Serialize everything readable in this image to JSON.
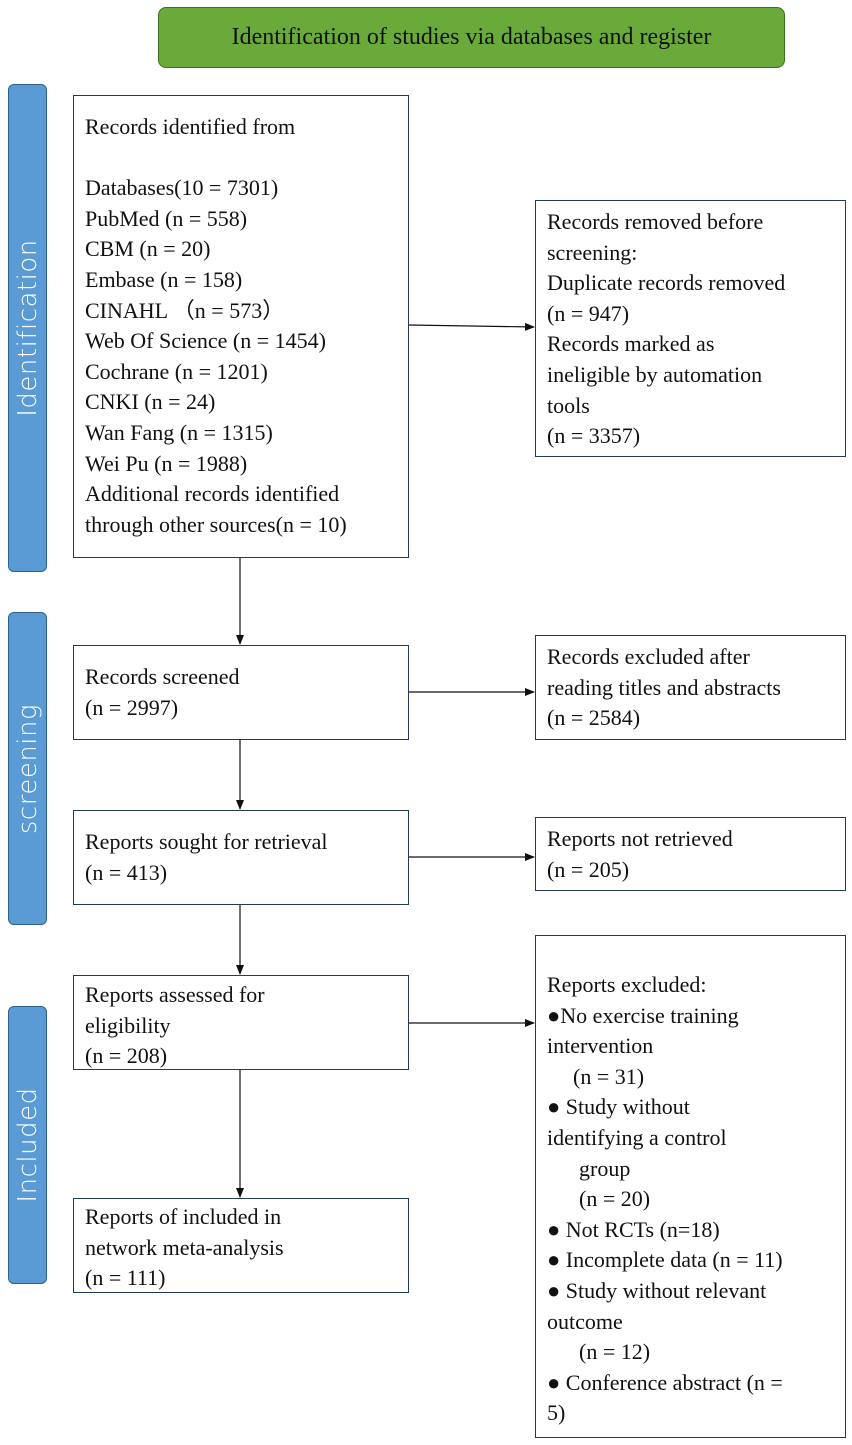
{
  "header": {
    "title": "Identification of studies via databases and register"
  },
  "phases": {
    "identification": "Identification",
    "screening": "screening",
    "included": "Included"
  },
  "identification_box": {
    "title": "Records identified from",
    "lines": [
      "Databases(10 = 7301)",
      "PubMed (n = 558)",
      "CBM (n = 20)",
      "Embase (n = 158)",
      "CINAHL （n = 573）",
      "Web Of Science (n = 1454)",
      "Cochrane (n = 1201)",
      "CNKI (n = 24)",
      "Wan Fang (n = 1315)",
      "Wei Pu (n = 1988)",
      "Additional records identified",
      "through other sources(n = 10)"
    ]
  },
  "removed_box": {
    "lines": [
      "Records removed before",
      "screening:",
      "Duplicate records removed",
      "(n = 947)",
      "Records marked as",
      "ineligible by automation",
      "tools",
      "(n = 3357)"
    ]
  },
  "screened_box": {
    "lines": [
      "Records screened",
      "(n = 2997)"
    ]
  },
  "excluded_titles_box": {
    "lines": [
      "Records excluded after",
      "reading titles and abstracts",
      "(n = 2584)"
    ]
  },
  "sought_box": {
    "lines": [
      "Reports sought for retrieval",
      "(n = 413)"
    ]
  },
  "not_retrieved_box": {
    "lines": [
      "Reports not retrieved",
      "(n = 205)"
    ]
  },
  "assessed_box": {
    "lines": [
      "Reports assessed for",
      "eligibility",
      "(n = 208)"
    ]
  },
  "reports_excluded_box": {
    "lines": [
      "Reports excluded:",
      "●No exercise training",
      "intervention",
      "(n = 31)",
      "● Study without",
      "identifying a control",
      "group",
      "(n = 20)",
      "● Not RCTs (n=18)",
      "● Incomplete data (n = 11)",
      "● Study without relevant",
      "outcome",
      "(n = 12)",
      "● Conference abstract (n =",
      "5)"
    ]
  },
  "included_box": {
    "lines": [
      "Reports of included in",
      "network meta-analysis",
      "(n = 111)"
    ]
  }
}
